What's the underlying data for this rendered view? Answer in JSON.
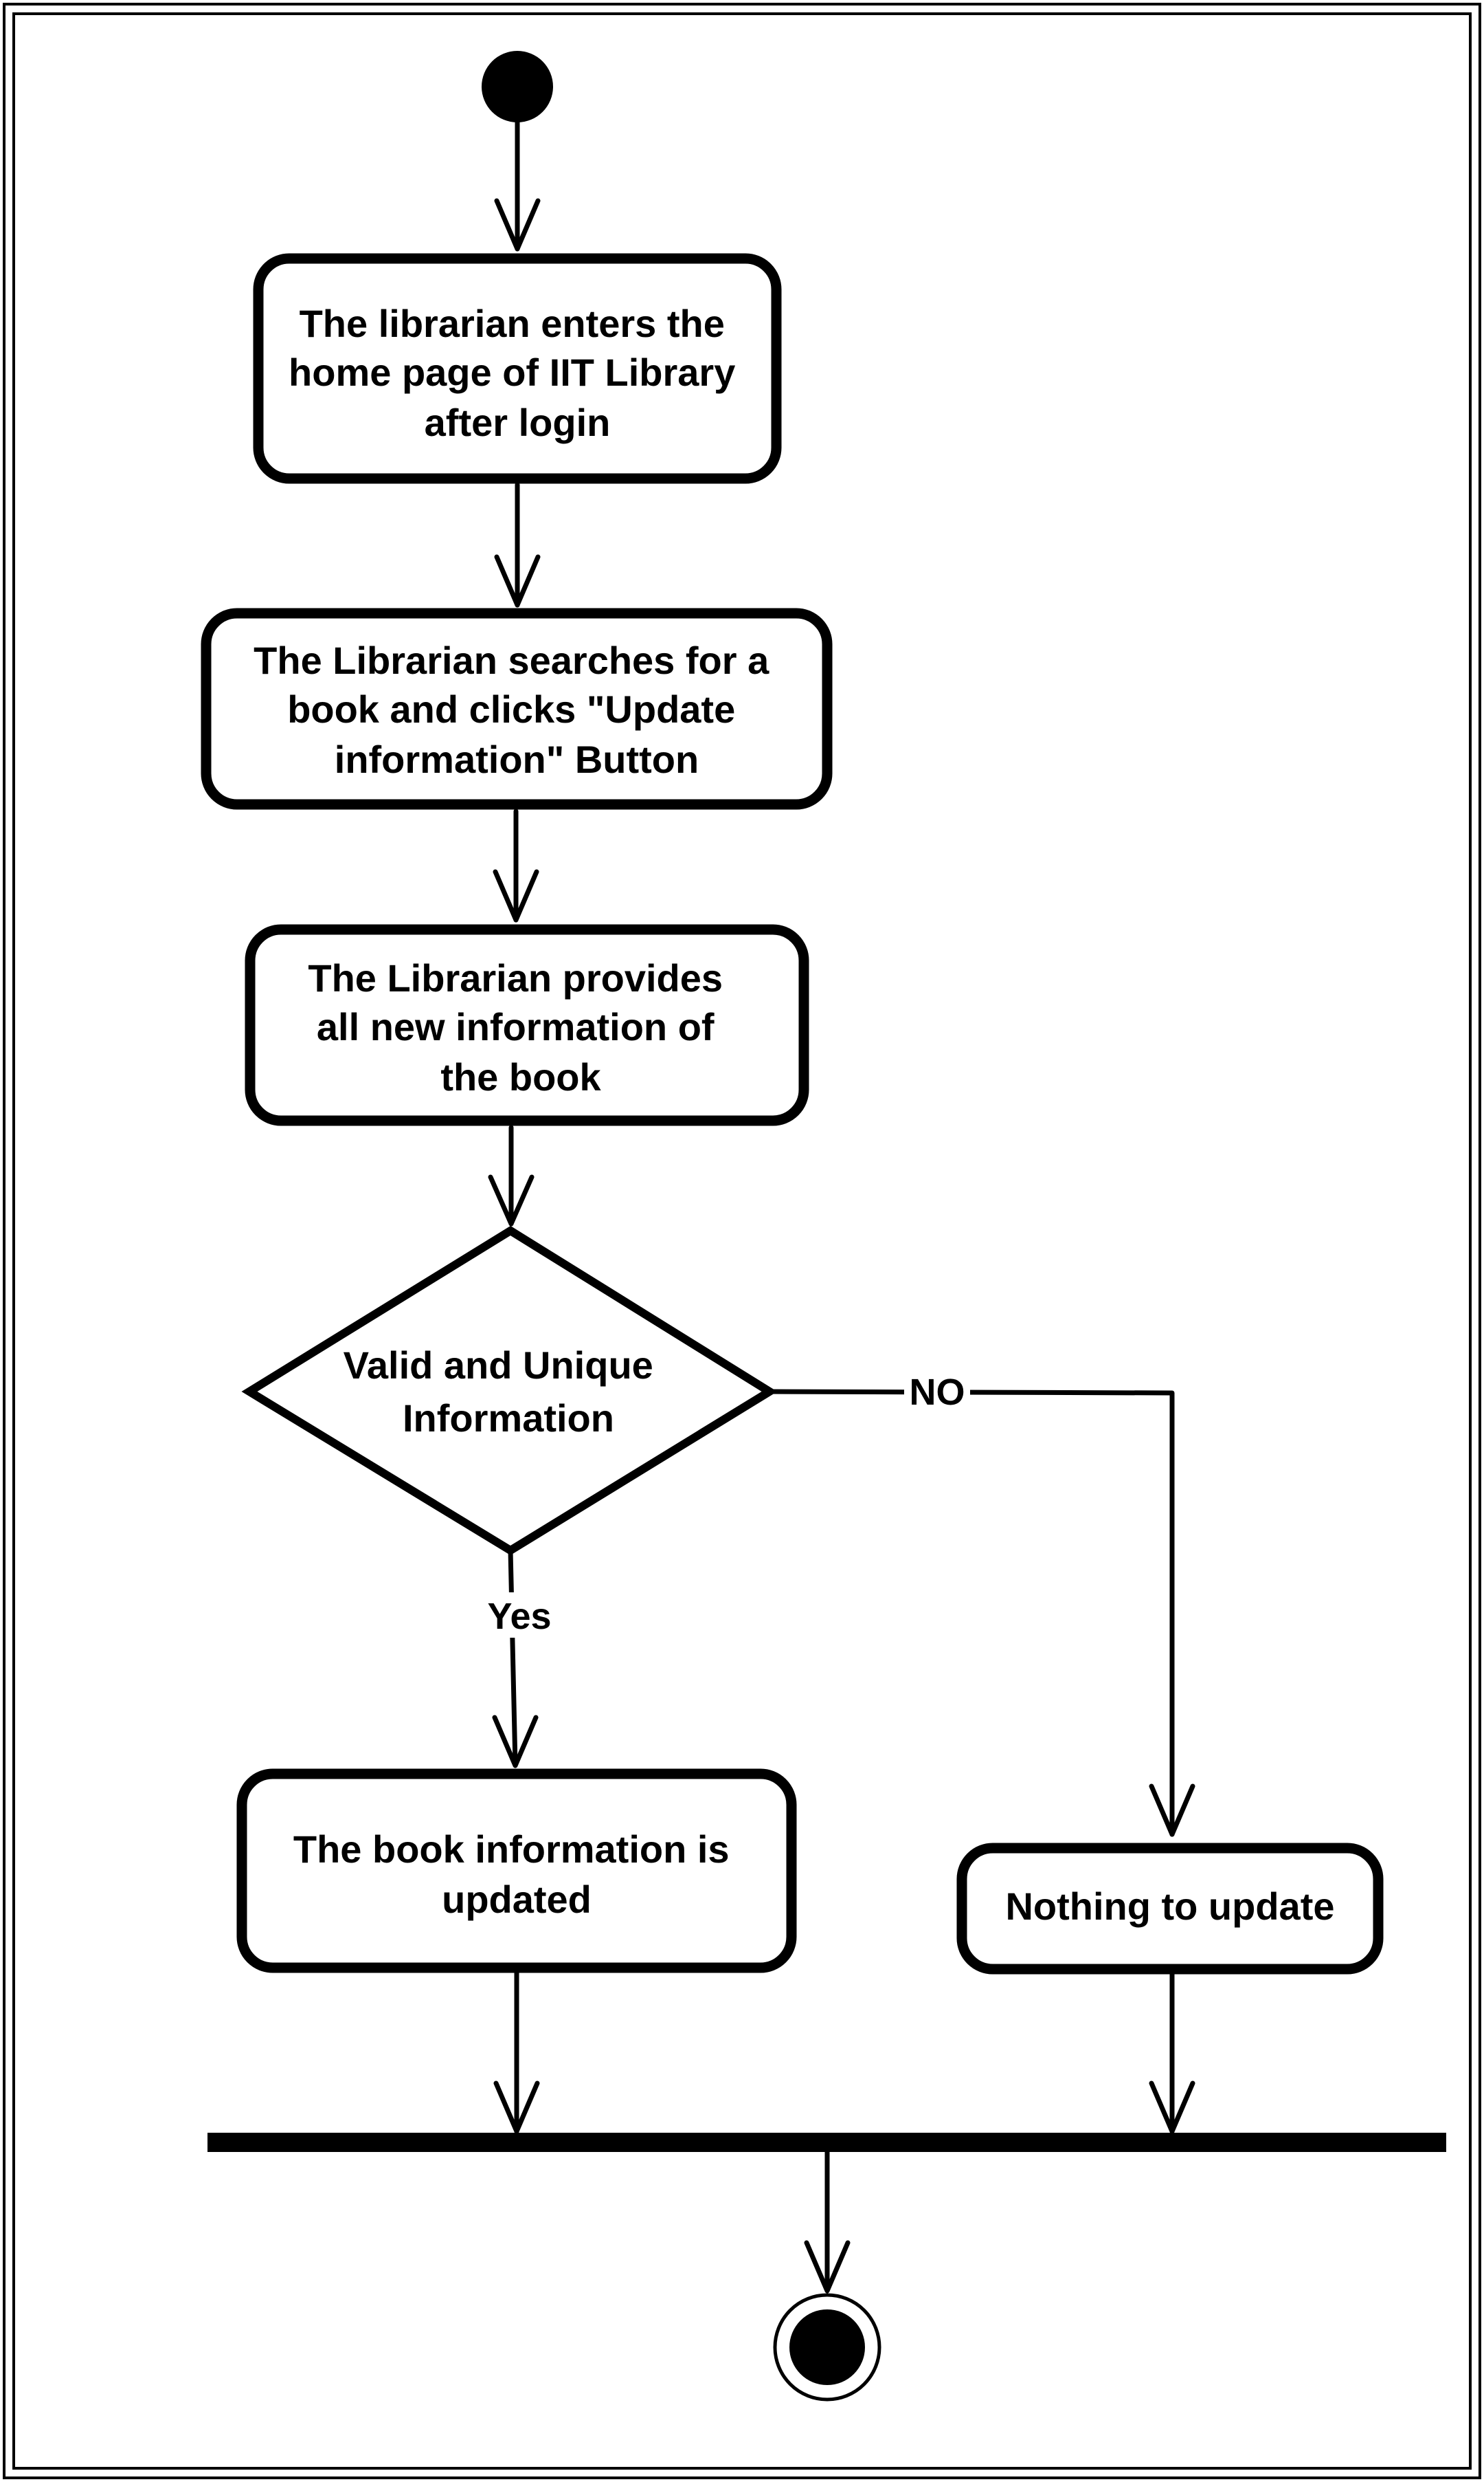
{
  "nodes": {
    "action1": {
      "lines": [
        "The librarian enters the",
        "home page of IIT Library",
        "after login"
      ]
    },
    "action2": {
      "lines": [
        "The Librarian searches for a",
        "book and clicks \"Update",
        "information\" Button"
      ]
    },
    "action3": {
      "lines": [
        "The Librarian provides",
        "all new information of",
        "the book"
      ]
    },
    "decision": {
      "lines": [
        "Valid and Unique",
        "Information"
      ]
    },
    "action4": {
      "lines": [
        "The book information is",
        "updated"
      ]
    },
    "action5": {
      "lines": [
        "Nothing to update"
      ]
    }
  },
  "edge_labels": {
    "no": "NO",
    "yes": "Yes"
  },
  "colors": {
    "stroke": "#000000",
    "background": "#ffffff"
  }
}
